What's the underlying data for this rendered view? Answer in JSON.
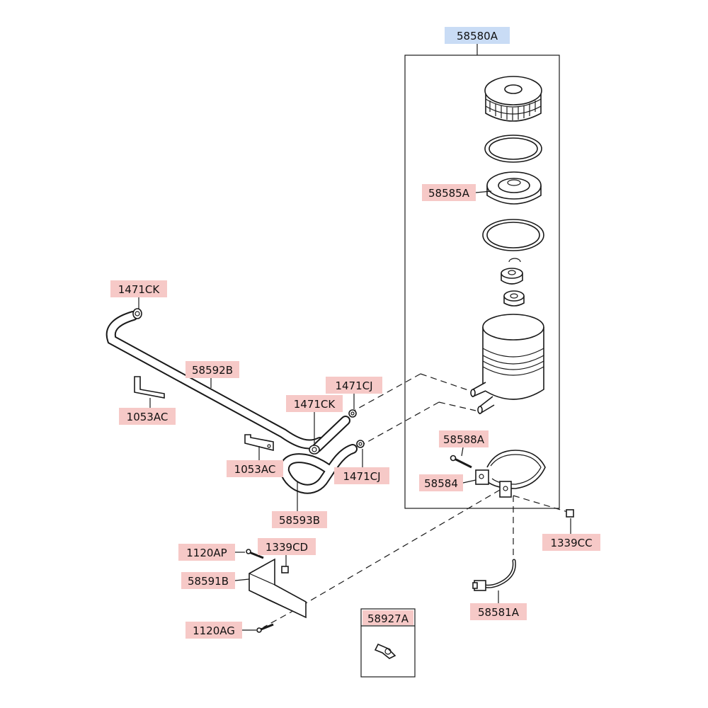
{
  "diagram": {
    "assembly_label": "58580A",
    "colors": {
      "label_fill": "#f6c9c7",
      "assembly_fill": "#c9dcf5",
      "line": "#1a1a1a"
    },
    "labels": {
      "cap_seal": "58585A",
      "hose_clamp_top": "1471CK",
      "return_hose": "58592B",
      "clamp_right_top": "1471CJ",
      "hose_clamp_mid": "1471CK",
      "bracket_left": "1053AC",
      "bracket_mid": "1053AC",
      "clamp_right_mid": "1471CJ",
      "supply_hose": "58593B",
      "band_bolt": "58588A",
      "band": "58584",
      "nut_right": "1339CC",
      "bolt_ap": "1120AP",
      "nut_cd": "1339CD",
      "bracket_b": "58591B",
      "bolt_ag": "1120AG",
      "connector_box": "58927A",
      "sensor": "58581A"
    }
  }
}
